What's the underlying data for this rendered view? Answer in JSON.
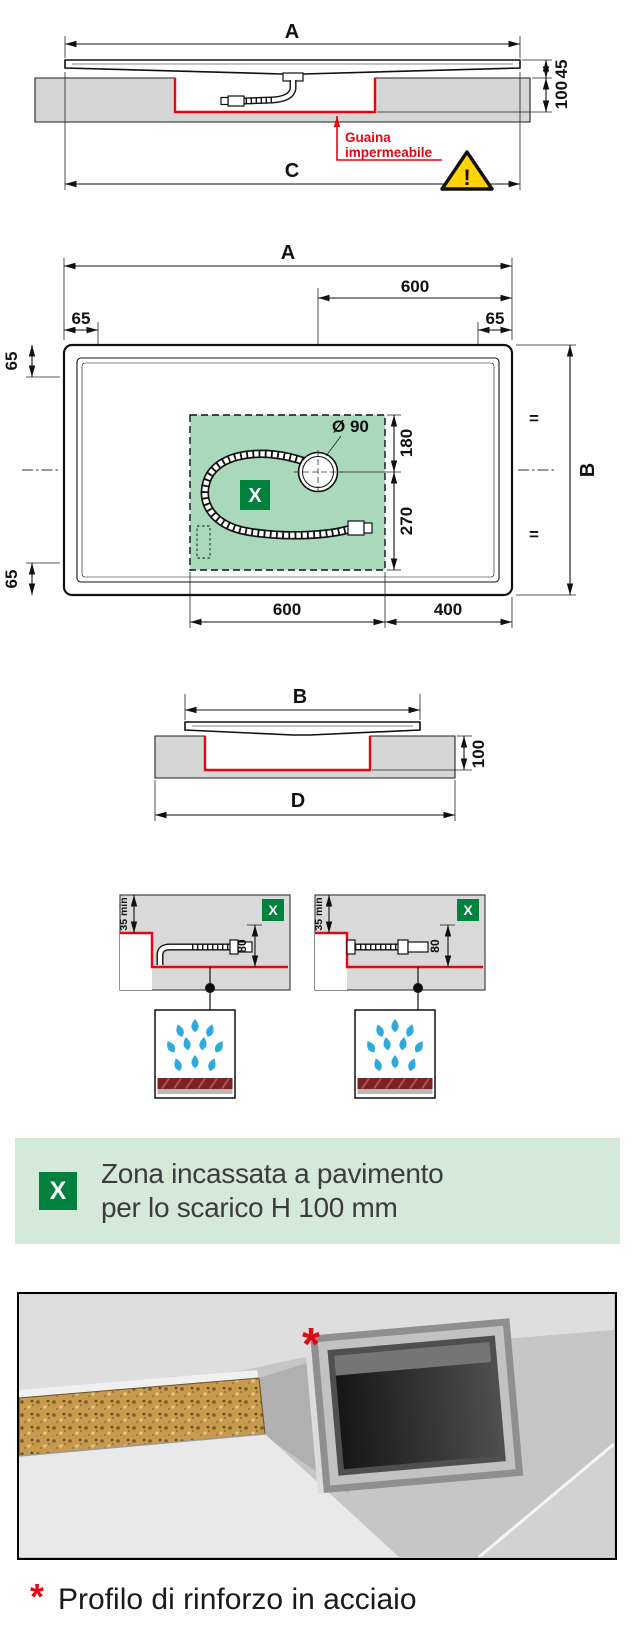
{
  "palette": {
    "red": "#e30613",
    "green_badge": "#00813e",
    "zone_green": "#a9d8ba",
    "banner_green": "#d5e9d8",
    "floor_gray": "#d6d6d6",
    "drop_blue": "#2fa8dc",
    "warning_yellow": "#ffd400"
  },
  "section_top": {
    "dim_a": "A",
    "dim_45": "45",
    "dim_100": "100",
    "membrane_label_1": "Guaina",
    "membrane_label_2": "impermeabile",
    "dim_c": "C",
    "warning_mark": "!"
  },
  "section_plan": {
    "dim_a": "A",
    "dim_600_top": "600",
    "dim_65": "65",
    "dim_b": "B",
    "equal_mark": "=",
    "drain_label": "Ø 90",
    "dim_180": "180",
    "dim_270": "270",
    "dim_600_bottom": "600",
    "dim_400": "400",
    "zone_badge": "X"
  },
  "section_b": {
    "dim_b": "B",
    "dim_100": "100",
    "dim_d": "D"
  },
  "section_details": {
    "badge": "X",
    "dim_35min": "35 min",
    "dim_80": "80"
  },
  "banner": {
    "badge": "X",
    "line1": "Zona incassata a pavimento",
    "line2": "per lo scarico H 100 mm"
  },
  "photo": {
    "marker": "*"
  },
  "caption": {
    "marker": "*",
    "text": "Profilo di rinforzo in acciaio"
  }
}
